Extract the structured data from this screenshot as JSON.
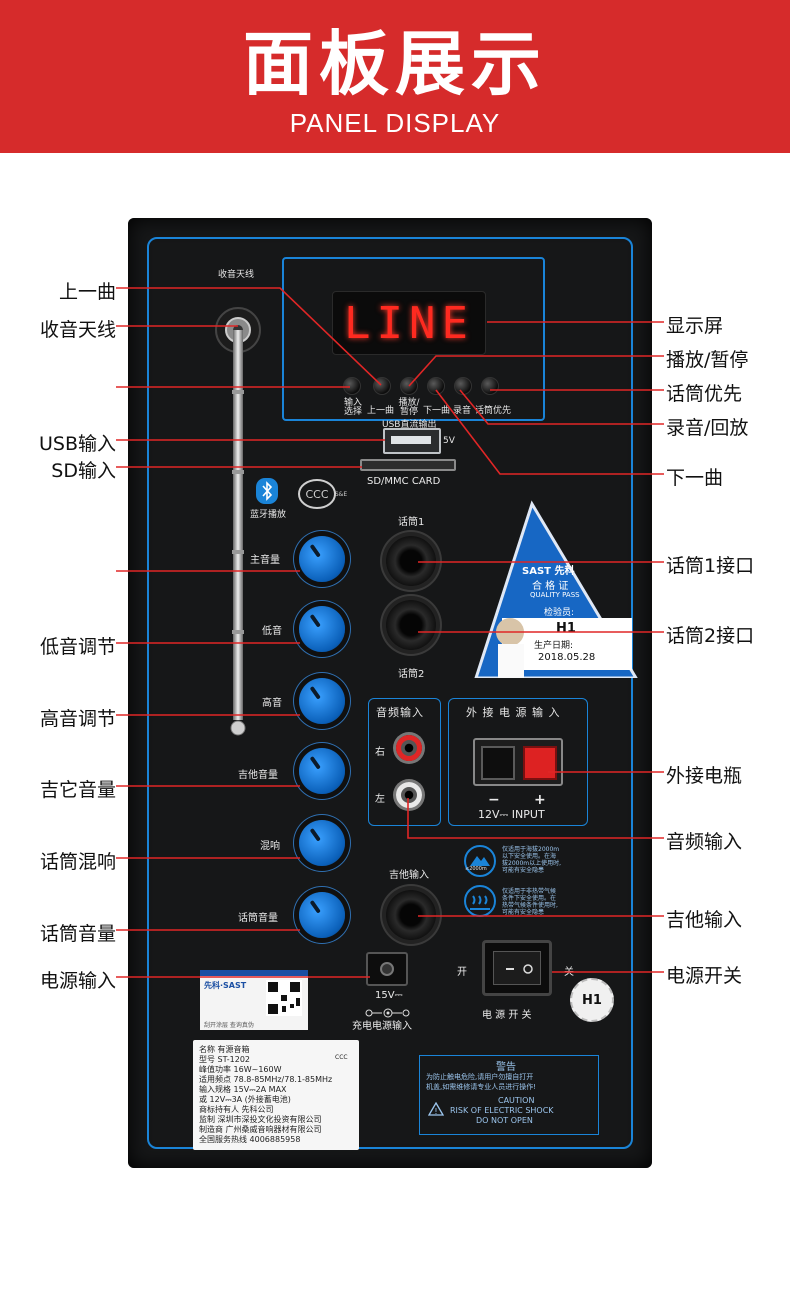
{
  "banner": {
    "title": "面板展示",
    "subtitle": "PANEL DISPLAY"
  },
  "callouts_left": [
    {
      "label": "上一曲"
    },
    {
      "label": "收音天线"
    },
    {
      "label": ""
    },
    {
      "label": "USB输入"
    },
    {
      "label": "SD输入"
    },
    {
      "label": ""
    },
    {
      "label": "低音调节"
    },
    {
      "label": "高音调节"
    },
    {
      "label": "吉它音量"
    },
    {
      "label": "话筒混响"
    },
    {
      "label": "话筒音量"
    },
    {
      "label": "电源输入"
    }
  ],
  "callouts_right": [
    {
      "label": "显示屏"
    },
    {
      "label": "播放/暂停"
    },
    {
      "label": "话筒优先"
    },
    {
      "label": "录音/回放"
    },
    {
      "label": "下一曲"
    },
    {
      "label": "话筒1接口"
    },
    {
      "label": "话筒2接口"
    },
    {
      "label": "外接电瓶"
    },
    {
      "label": "音频输入"
    },
    {
      "label": "吉他输入"
    },
    {
      "label": "电源开关"
    }
  ],
  "panel": {
    "antenna_label": "收音天线",
    "display_text": "LINE",
    "buttons": [
      "输入选择",
      "上一曲",
      "播放/暂停",
      "下一曲",
      "录音",
      "话筒优先"
    ],
    "usb_label": "USB直流输出",
    "usb_voltage": "5V",
    "sd_label": "SD/MMC CARD",
    "bluetooth_label": "蓝牙播放",
    "knobs": [
      "主音量",
      "低音",
      "高音",
      "吉他音量",
      "混响",
      "话筒音量"
    ],
    "mic1_label": "话筒1",
    "mic2_label": "话筒2",
    "audio_in_title": "音频输入",
    "audio_right": "右",
    "audio_left": "左",
    "ext_power_title": "外 接 电 源 输 入",
    "ext_power_minus": "−",
    "ext_power_plus": "+",
    "ext_power_spec": "12V⎓ INPUT",
    "guitar_in_label": "吉他输入",
    "altitude_note_1": "仅适用于海拔2000m",
    "altitude_note_2": "以下安全使用。在海",
    "altitude_note_3": "拔2000m以上使用时,",
    "altitude_note_4": "可能有安全隐患",
    "altitude_badge": "≤2000m",
    "climate_note_1": "仅适用于非热带气候",
    "climate_note_2": "条件下安全使用。在",
    "climate_note_3": "热带气候条件使用时,",
    "climate_note_4": "可能有安全隐患",
    "switch_on": "开",
    "switch_off": "关",
    "switch_label": "电 源 开 关",
    "dc_voltage": "15V⎓",
    "dc_label": "充电电源输入",
    "h1_badge": "H1"
  },
  "quality_sticker": {
    "brand": "SAST 先科",
    "title": "合 格 证",
    "subtitle": "QUALITY PASS",
    "inspector_label": "检验员:",
    "inspector": "H1",
    "date_label": "生产日期:",
    "date": "2018.05.28"
  },
  "rating_label": {
    "name": "名称  有源音箱",
    "model": "型号  ST-1202",
    "power": "峰值功率  16W~160W",
    "freq": "适用频点  78.8-85MHz/78.1-85MHz",
    "input1": "输入规格  15V⎓2A  MAX",
    "input2": "或  12V⎓3A  (外接蓄电池)",
    "holder": "商标持有人  先科公司",
    "supervisor": "监制  深圳市深投文化投资有限公司",
    "maker": "制造商  广州桑威音响器材有限公司",
    "hotline": "全国服务热线  4006885958",
    "ccc": "CCC"
  },
  "anti_fake_sticker": {
    "brand": "先科·SAST",
    "note": "刮开涂层  查询真伪"
  },
  "warning": {
    "title": "警告",
    "body_1": "为防止触电危险,请用户勿擅自打开",
    "body_2": "机盖,如需维修请专业人员进行操作!",
    "caution": "CAUTION",
    "shock_1": "RISK OF ELECTRIC SHOCK",
    "shock_2": "DO NOT OPEN"
  },
  "colors": {
    "banner": "#d62b2b",
    "panel": "#161718",
    "frame_blue": "#1a84d8",
    "display_red": "#ff2a20",
    "knob_blue": "#2b8fe8"
  }
}
